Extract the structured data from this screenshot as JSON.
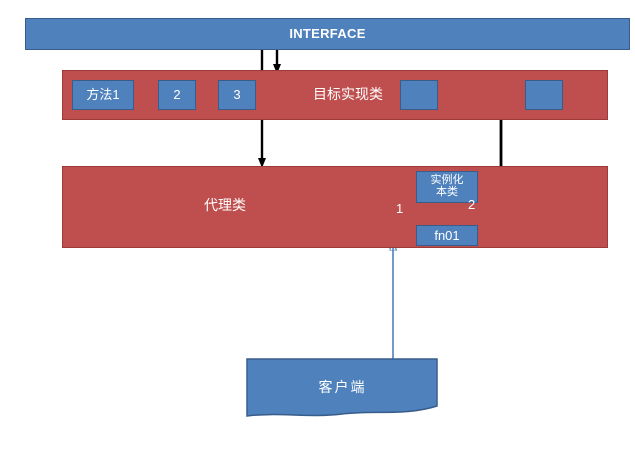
{
  "diagram": {
    "title": "Proxy pattern diagram",
    "colors": {
      "blue_fill": "#4F81BD",
      "blue_stroke": "#385D8A",
      "red_fill": "#BF4F4F",
      "red_stroke": "#9C3B37",
      "black_arrow": "#000000",
      "blue_arrow": "#4F81BD",
      "text": "#FFFFFF",
      "background": "#FFFFFF"
    },
    "interface": {
      "label": "INTERFACE"
    },
    "target_class": {
      "label": "目标实现类",
      "methods": [
        {
          "label": "方法1"
        },
        {
          "label": "2"
        },
        {
          "label": "3"
        },
        {
          "label": ""
        },
        {
          "label": ""
        }
      ]
    },
    "proxy_class": {
      "label": "代理类",
      "instantiate_box": "实例化\n本类",
      "fn_box": "fn01",
      "step_labels": {
        "step_1": "1",
        "step_2": "2"
      }
    },
    "client": {
      "label": "客户端"
    },
    "icons": {
      "arrow_down": "arrow-down-icon",
      "arrow_left": "arrow-left-icon",
      "arrow_up": "arrow-up-icon"
    }
  }
}
